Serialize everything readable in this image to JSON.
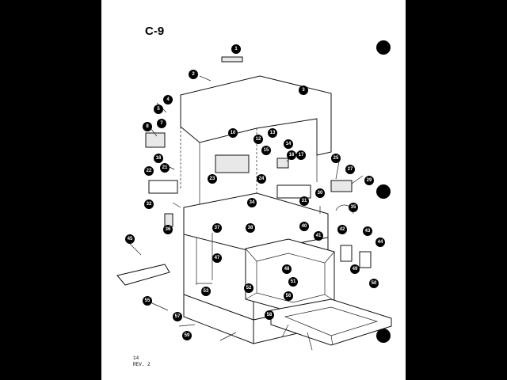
{
  "sheet": {
    "title": "C-9",
    "footer_line1": "14",
    "footer_line2": "REV. 2"
  },
  "callouts": [
    "1",
    "2",
    "3",
    "4",
    "5",
    "7",
    "8",
    "10",
    "12",
    "13",
    "14",
    "15",
    "16",
    "17",
    "18",
    "21",
    "22",
    "23",
    "24",
    "25",
    "27",
    "29",
    "30",
    "31",
    "32",
    "34",
    "35",
    "36",
    "37",
    "38",
    "40",
    "41",
    "42",
    "43",
    "44",
    "45",
    "47",
    "48",
    "49",
    "50",
    "51",
    "52",
    "53",
    "55",
    "56",
    "57",
    "58",
    "59"
  ]
}
